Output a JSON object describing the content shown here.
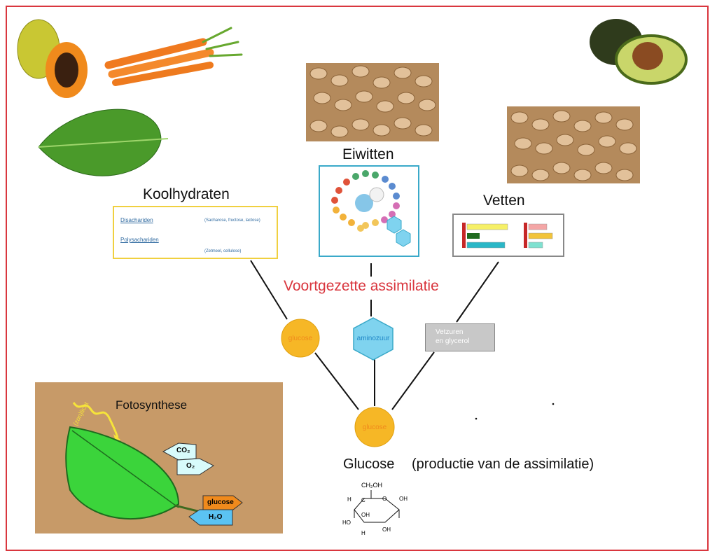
{
  "diagram": {
    "carbs": {
      "title": "Koolhydraten",
      "disaccharides_label": "Disachariden",
      "disaccharides_examples": "(Sacharose, fructose, lactose)",
      "polysaccharides_label": "Polysachariden",
      "polysaccharides_examples": "(Zetmeel, cellulose)"
    },
    "proteins": {
      "title": "Eiwitten"
    },
    "fats": {
      "title": "Vetten"
    },
    "continued_label": "Voortgezette assimilatie",
    "nodes": {
      "glucose_small": "glucose",
      "amino": "aminozuur",
      "fatty_line1": "Vetzuren",
      "fatty_line2": "en glycerol",
      "glucose_main": "glucose"
    },
    "glucose_title": "Glucose",
    "glucose_subtitle": "(productie van de assimilatie)",
    "photosynthesis": {
      "title": "Fotosynthese",
      "sunlight": "(zon)licht",
      "co2": "CO₂",
      "o2": "O₂",
      "glucose": "glucose",
      "h2o": "H₂O"
    },
    "molecule_labels": {
      "ch2oh": "CH₂OH",
      "h": "H",
      "c": "C",
      "o": "O",
      "oh": "OH",
      "ho": "HO"
    },
    "colors": {
      "frame": "#d9363e",
      "carb_box": "#f0d040",
      "protein_box": "#3aa9c9",
      "fat_box": "#888888",
      "glucose": "#f6b726",
      "amino": "#7fd3ef",
      "continued": "#d9363e"
    }
  }
}
